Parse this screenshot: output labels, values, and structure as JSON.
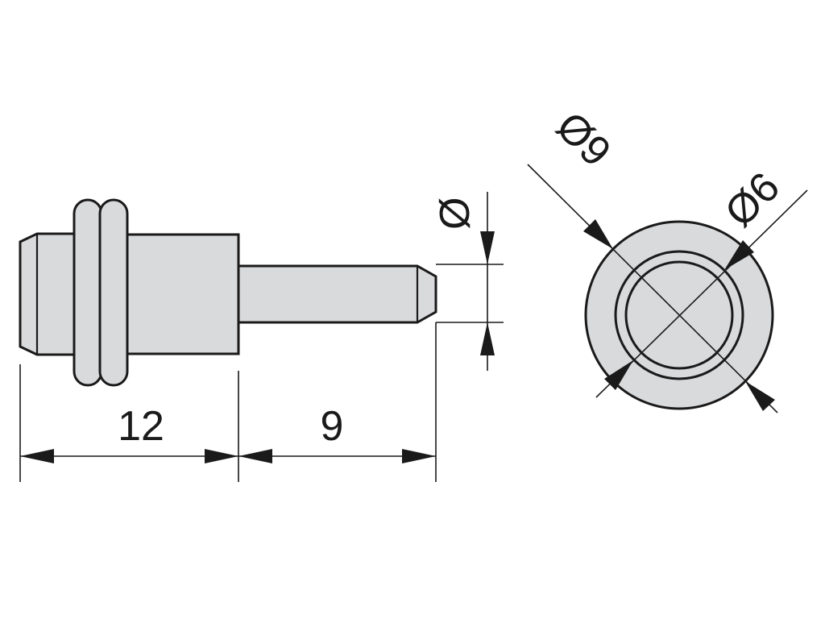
{
  "colors": {
    "part_fill": "#d9dadc",
    "line": "#1a1a1a",
    "background": "#ffffff"
  },
  "dimensions": {
    "body_length": "12",
    "pin_length": "9",
    "pin_diameter_symbol": "Ø",
    "outer_diameter": "Ø9",
    "inner_diameter": "Ø6"
  }
}
